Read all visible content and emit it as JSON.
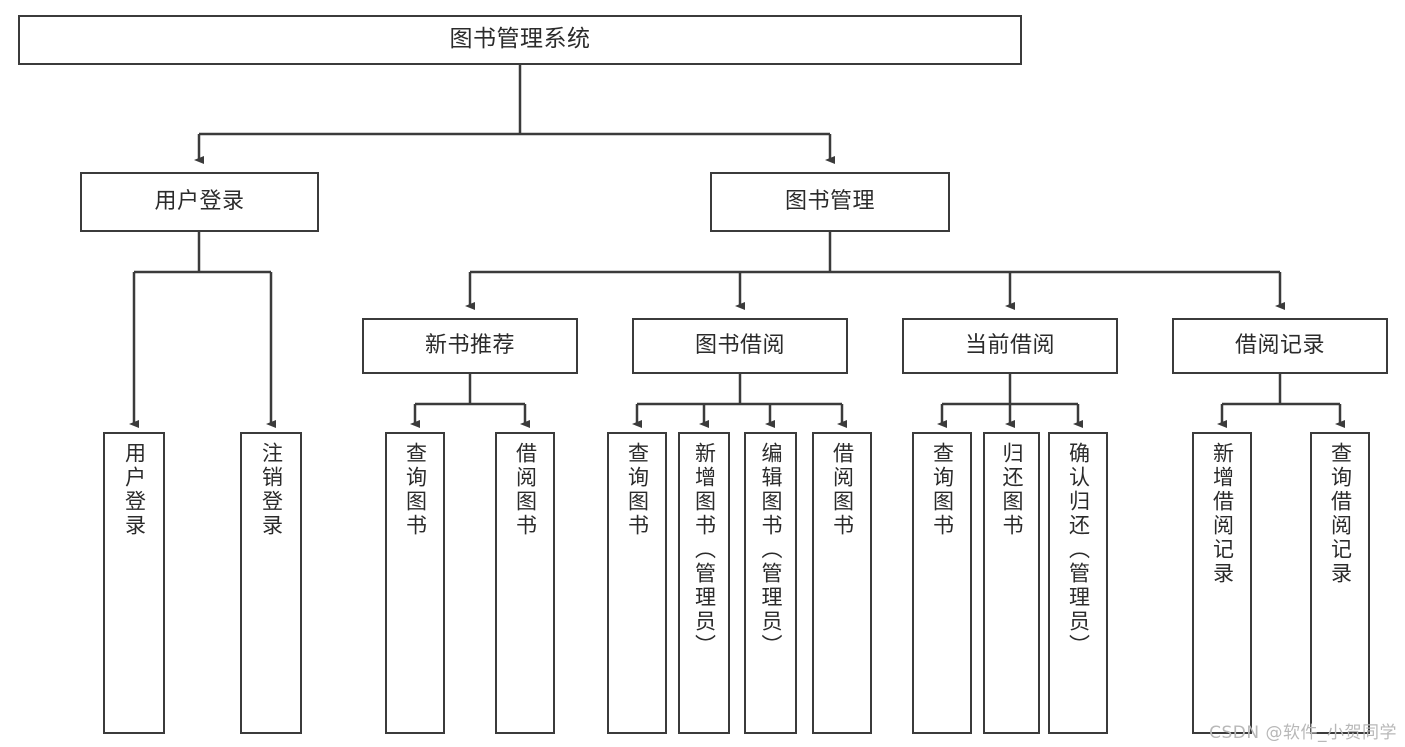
{
  "diagram": {
    "title": "图书管理系统",
    "type": "tree-hierarchy",
    "stroke_color": "#3b3b3b",
    "text_color": "#2b2b2b",
    "background_color": "#ffffff",
    "nodes": {
      "root": {
        "label": "图书管理系统"
      },
      "level2": [
        {
          "label": "用户登录"
        },
        {
          "label": "图书管理"
        }
      ],
      "level3": [
        {
          "label": "新书推荐"
        },
        {
          "label": "图书借阅"
        },
        {
          "label": "当前借阅"
        },
        {
          "label": "借阅记录"
        }
      ],
      "leaves_user_login": [
        {
          "label": "用户登录"
        },
        {
          "label": "注销登录"
        }
      ],
      "leaves_new_book": [
        {
          "label": "查询图书"
        },
        {
          "label": "借阅图书"
        }
      ],
      "leaves_borrow": [
        {
          "label": "查询图书"
        },
        {
          "label": "新增图书（管理员）"
        },
        {
          "label": "编辑图书（管理员）"
        },
        {
          "label": "借阅图书"
        }
      ],
      "leaves_current": [
        {
          "label": "查询图书"
        },
        {
          "label": "归还图书"
        },
        {
          "label": "确认归还（管理员）"
        }
      ],
      "leaves_records": [
        {
          "label": "新增借阅记录"
        },
        {
          "label": "查询借阅记录"
        }
      ]
    }
  },
  "watermark": {
    "text": "CSDN @软件_小贺同学",
    "color": "#b8b8b8"
  }
}
